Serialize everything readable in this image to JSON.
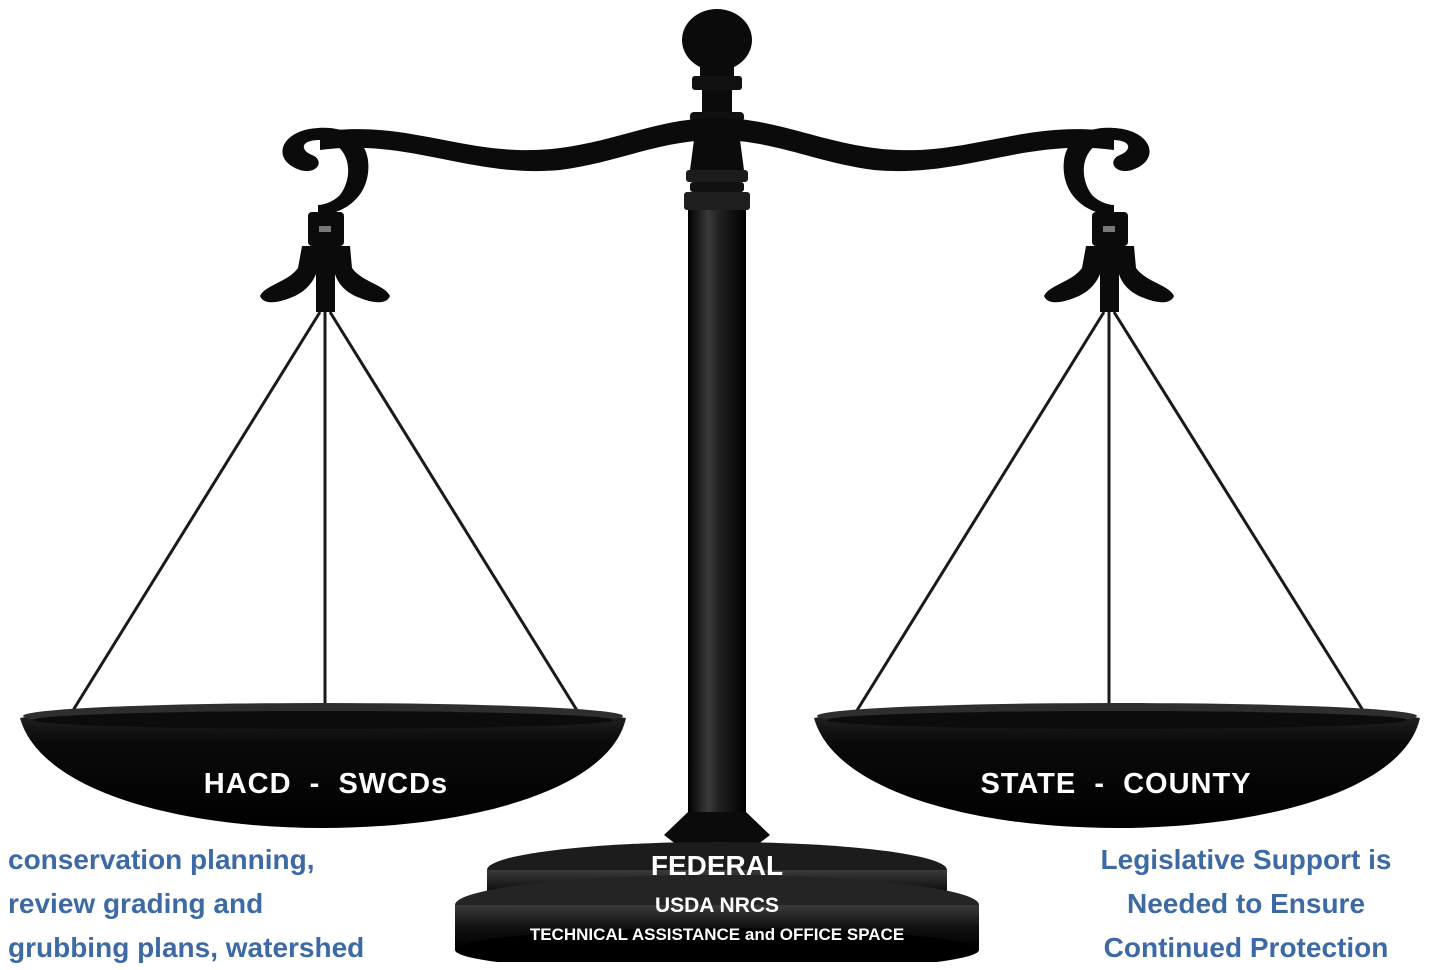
{
  "left_pan": {
    "label": "HACD  -  SWCDs"
  },
  "right_pan": {
    "label": "STATE  -  COUNTY"
  },
  "base": {
    "title": "FEDERAL",
    "subtitle": "USDA NRCS",
    "detail": "TECHNICAL ASSISTANCE and OFFICE SPACE"
  },
  "left_caption": {
    "lines": [
      "conservation planning,",
      "review grading and",
      "grubbing plans, watershed"
    ]
  },
  "right_caption": {
    "lines": [
      "Legislative Support is",
      "Needed to Ensure",
      "Continued Protection"
    ]
  },
  "colors": {
    "scale": "#0b0b0b",
    "caption": "#3d6aa5",
    "label": "#ffffff",
    "background": "#ffffff"
  }
}
